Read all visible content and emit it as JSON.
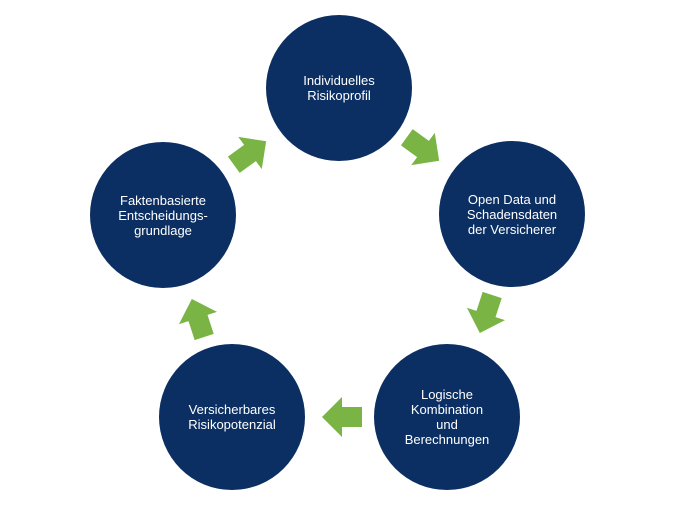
{
  "cycle": {
    "node_color": "#0b2f62",
    "arrow_color": "#7ab445",
    "text_color": "#ffffff",
    "nodes": [
      {
        "label": "Individuelles\nRisikoprofil"
      },
      {
        "label": "Open Data und\nSchadensdaten\nder Versicherer"
      },
      {
        "label": "Logische\nKombination\nund\nBerechnungen"
      },
      {
        "label": "Versicherbares\nRisikopotenzial"
      },
      {
        "label": "Faktenbasierte\nEntscheidungs-\ngrundlage"
      }
    ],
    "arrows": [
      {
        "icon": "arrow-right-icon"
      },
      {
        "icon": "arrow-right-icon"
      },
      {
        "icon": "arrow-right-icon"
      },
      {
        "icon": "arrow-right-icon"
      },
      {
        "icon": "arrow-right-icon"
      }
    ]
  }
}
